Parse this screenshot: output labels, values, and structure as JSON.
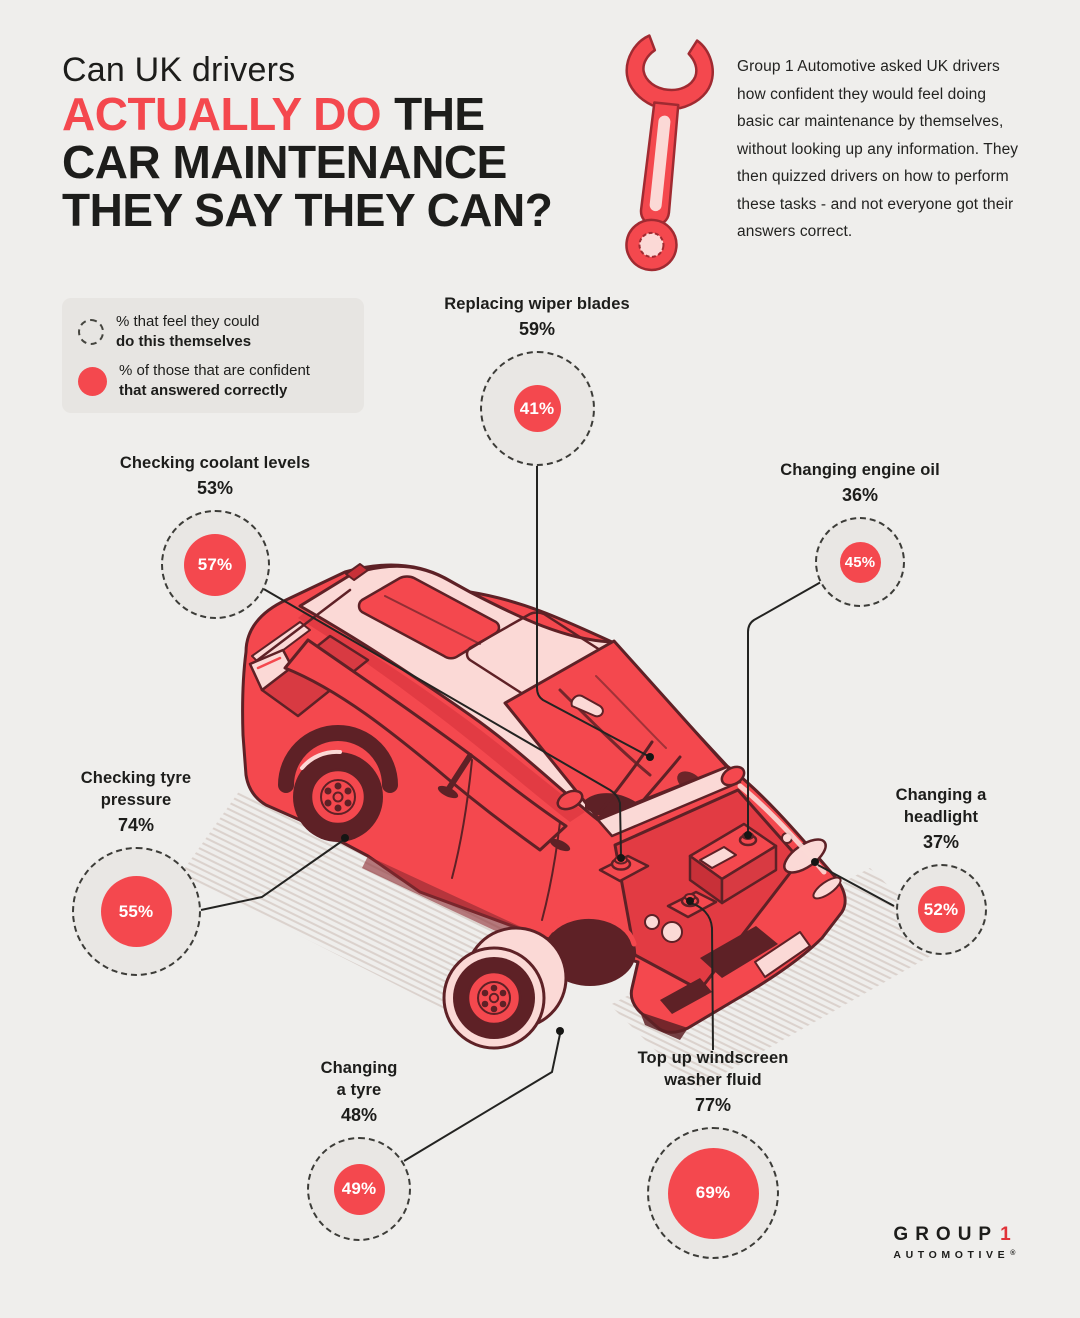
{
  "page": {
    "background": "#efeeec"
  },
  "header": {
    "title_intro": "Can UK drivers",
    "title_red": "ACTUALLY DO",
    "title_after_red": "THE",
    "title_line2": "CAR MAINTENANCE",
    "title_line3": "THEY SAY THEY CAN?",
    "description": "Group 1 Automotive asked UK drivers how confident they would feel doing basic car maintenance by themselves, without looking up any information. They then quizzed drivers on how to perform these tasks - and not everyone got their answers correct."
  },
  "icons": {
    "wrench": "wrench-icon",
    "legend_self": "dashed-circle-icon",
    "legend_correct": "filled-circle-icon",
    "car": "isometric-car-illustration"
  },
  "legend": {
    "items": [
      {
        "line1": "% that feel they could",
        "line2": "do this themselves"
      },
      {
        "line1": "% of those that are confident",
        "line2": "that answered correctly"
      }
    ]
  },
  "callouts": [
    {
      "id": "wiper-blades",
      "label": "Replacing wiper blades",
      "feel_label": "59%",
      "feel_pct": 59,
      "correct_label": "41%",
      "correct_pct": 41
    },
    {
      "id": "coolant-levels",
      "label": "Checking coolant levels",
      "feel_label": "53%",
      "feel_pct": 53,
      "correct_label": "57%",
      "correct_pct": 57
    },
    {
      "id": "engine-oil",
      "label": "Changing engine oil",
      "feel_label": "36%",
      "feel_pct": 36,
      "correct_label": "45%",
      "correct_pct": 45
    },
    {
      "id": "tyre-pressure",
      "label": "Checking tyre\npressure",
      "feel_label": "74%",
      "feel_pct": 74,
      "correct_label": "55%",
      "correct_pct": 55
    },
    {
      "id": "headlight",
      "label": "Changing a\nheadlight",
      "feel_label": "37%",
      "feel_pct": 37,
      "correct_label": "52%",
      "correct_pct": 52
    },
    {
      "id": "tyre-change",
      "label": "Changing\na tyre",
      "feel_label": "48%",
      "feel_pct": 48,
      "correct_label": "49%",
      "correct_pct": 49
    },
    {
      "id": "washer-fluid",
      "label": "Top up windscreen\nwasher fluid",
      "feel_label": "77%",
      "feel_pct": 77,
      "correct_label": "69%",
      "correct_pct": 69
    }
  ],
  "footer": {
    "logo_group": "GROUP",
    "logo_one": "1",
    "logo_automotive": "AUTOMOTIVE",
    "logo_reg": "®"
  },
  "colors": {
    "accent": "#f4484e",
    "dark_text": "#1d1d1b",
    "outline": "#5e2126",
    "pink": "#fbd9d6",
    "bubble_bg": "#e9e7e4",
    "legend_bg": "#e7e5e2",
    "background": "#efeeec",
    "hatch": "#dbd2cd",
    "line": "#232321"
  },
  "chart_data": {
    "type": "table",
    "title": "Can UK drivers actually do the car maintenance they say they can?",
    "subtitle": "Group 1 Automotive survey of UK drivers: stated confidence vs quiz accuracy",
    "categories": [
      "Replacing wiper blades",
      "Checking coolant levels",
      "Changing engine oil",
      "Checking tyre pressure",
      "Changing a headlight",
      "Changing a tyre",
      "Top up windscreen washer fluid"
    ],
    "series": [
      {
        "name": "% that feel they could do this themselves",
        "values": [
          59,
          53,
          36,
          74,
          37,
          48,
          77
        ]
      },
      {
        "name": "% of those that are confident that answered correctly",
        "values": [
          41,
          57,
          45,
          55,
          52,
          49,
          69
        ]
      }
    ],
    "value_range": [
      0,
      100
    ],
    "legend_position": "top-left",
    "layout": "circles sized by value, annotated around an isometric car diagram"
  }
}
